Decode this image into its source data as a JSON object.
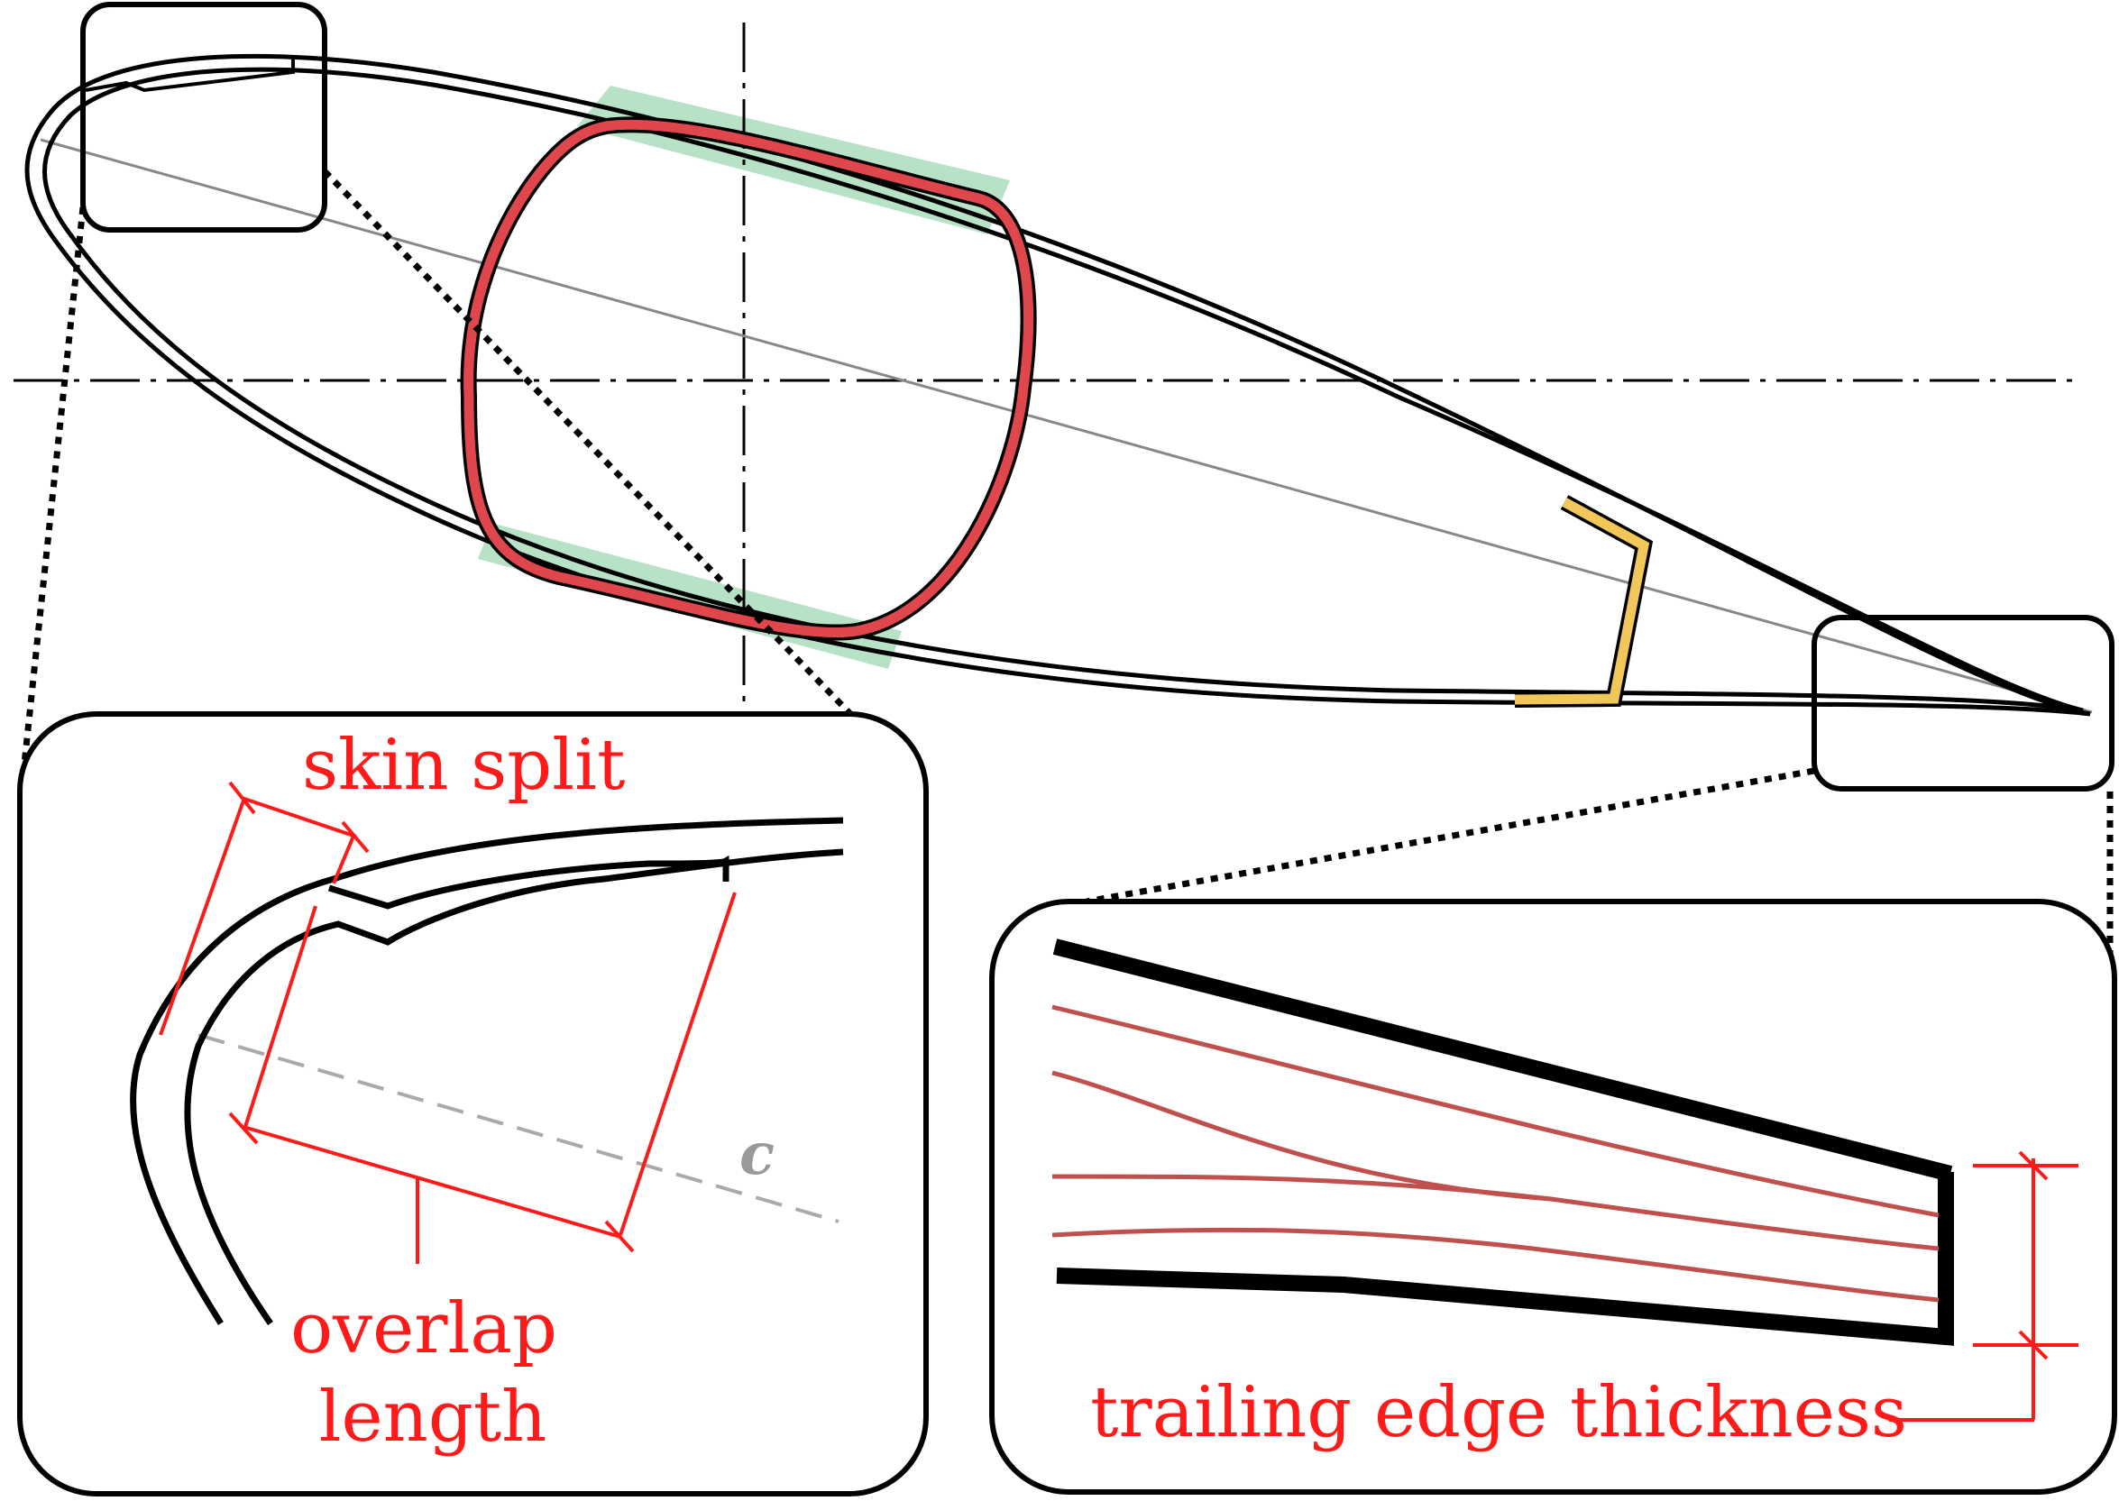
{
  "labels": {
    "skin_split": "skin split",
    "overlap_line1": "overlap",
    "overlap_line2": "length",
    "chord": "c",
    "trailing_edge": "trailing edge thickness"
  },
  "colors": {
    "outline": "#000000",
    "annotation": "#ff1a1a",
    "spar_box": "#e0474c",
    "spar_caps": "#b7e2c6",
    "te_web": "#f2c75a",
    "ply_lines": "#c0504d",
    "chord_dashed": "#aaaaaa",
    "chord_line": "#777777"
  }
}
